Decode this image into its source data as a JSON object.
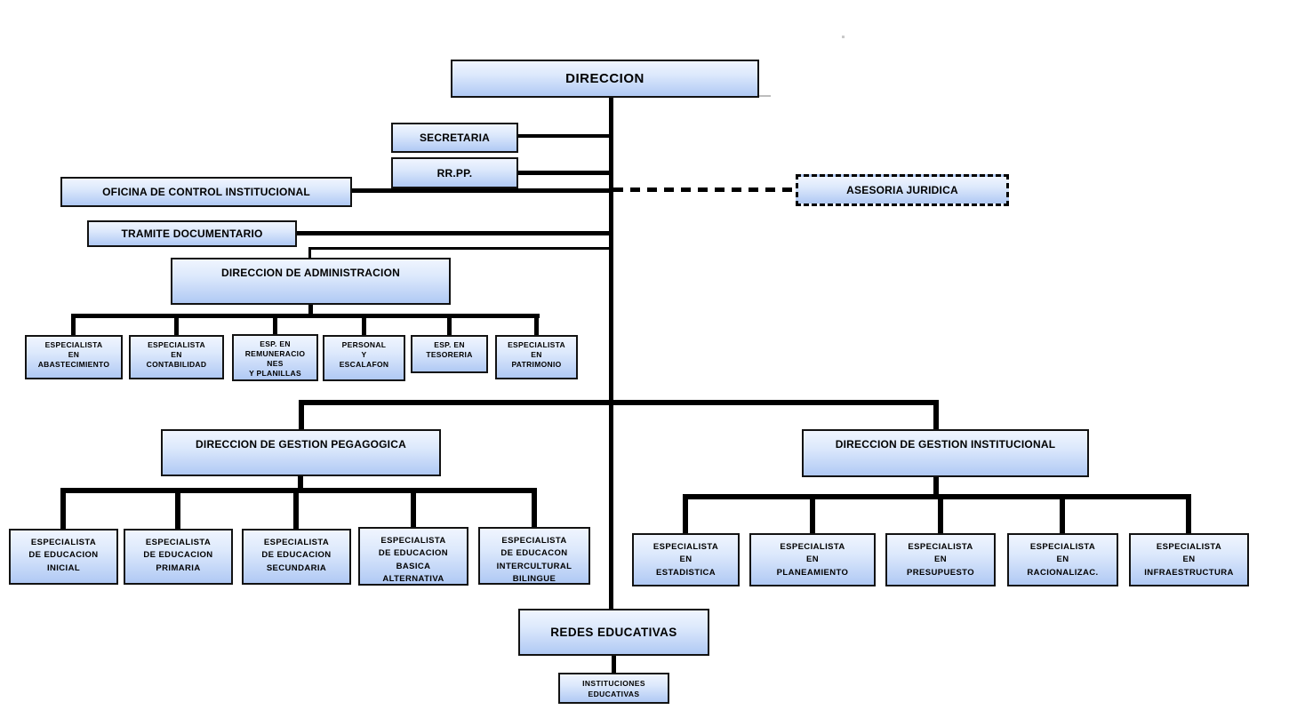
{
  "org": {
    "direccion": "DIRECCION",
    "secretaria": "SECRETARIA",
    "rrpp": "RR.PP.",
    "oficina_control": "OFICINA DE CONTROL INSTITUCIONAL",
    "asesoria_juridica": "ASESORIA JURIDICA",
    "tramite_documentario": "TRAMITE DOCUMENTARIO",
    "administracion": {
      "label": "DIRECCION DE ADMINISTRACION",
      "children": [
        "ESPECIALISTA\nEN\nABASTECIMIENTO",
        "ESPECIALISTA\nEN\nCONTABILIDAD",
        "ESP. EN\nREMUNERACIO\nNES\nY PLANILLAS",
        "PERSONAL\nY\nESCALAFON",
        "ESP. EN\nTESORERIA",
        "ESPECIALISTA\nEN\nPATRIMONIO"
      ]
    },
    "gestion_pedagogica": {
      "label": "DIRECCION DE GESTION PEGAGOGICA",
      "children": [
        "ESPECIALISTA\nDE EDUCACION\nINICIAL",
        "ESPECIALISTA\nDE EDUCACION\nPRIMARIA",
        "ESPECIALISTA\nDE EDUCACION\nSECUNDARIA",
        "ESPECIALISTA\nDE EDUCACION\nBASICA\nALTERNATIVA",
        "ESPECIALISTA\nDE EDUCACON\nINTERCULTURAL\nBILINGUE"
      ]
    },
    "gestion_institucional": {
      "label": "DIRECCION DE GESTION INSTITUCIONAL",
      "children": [
        "ESPECIALISTA\nEN\nESTADISTICA",
        "ESPECIALISTA\nEN\nPLANEAMIENTO",
        "ESPECIALISTA\nEN\nPRESUPUESTO",
        "ESPECIALISTA\nEN\nRACIONALIZAC.",
        "ESPECIALISTA\nEN\nINFRAESTRUCTURA"
      ]
    },
    "redes_educativas": "REDES EDUCATIVAS",
    "instituciones_educativas": "INSTITUCIONES\nEDUCATIVAS"
  },
  "colors": {
    "box_fill_top": "#f0f5fe",
    "box_fill_bottom": "#b0c9f4",
    "box_border": "#000000",
    "connector": "#000000",
    "text": "#000000",
    "background": "#ffffff"
  }
}
